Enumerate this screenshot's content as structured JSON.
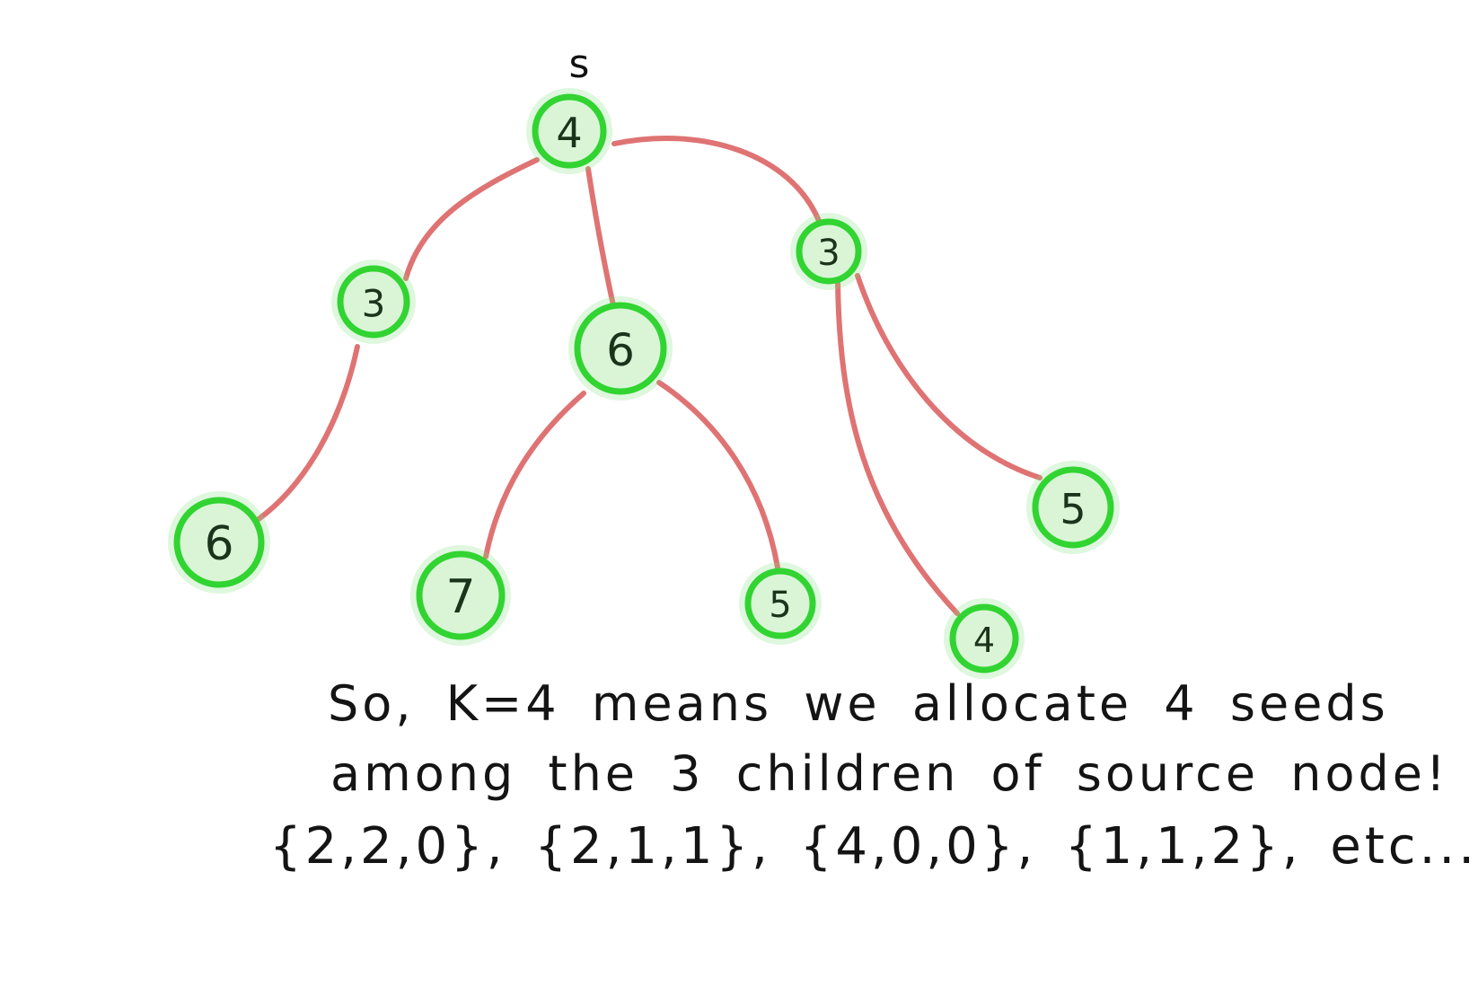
{
  "diagram": {
    "source_label": "s",
    "colors": {
      "edge": "#dd6c6c",
      "node_ring": "#31d431",
      "node_fill": "#d9f5d6",
      "text": "#141414"
    },
    "nodes": [
      {
        "id": "root",
        "value": "4",
        "is_source": true
      },
      {
        "id": "left",
        "value": "3"
      },
      {
        "id": "middle",
        "value": "6"
      },
      {
        "id": "right",
        "value": "3"
      },
      {
        "id": "left-child",
        "value": "6"
      },
      {
        "id": "middle-child-a",
        "value": "7"
      },
      {
        "id": "middle-child-b",
        "value": "5"
      },
      {
        "id": "right-child-a",
        "value": "4"
      },
      {
        "id": "right-child-b",
        "value": "5"
      }
    ],
    "edges": [
      {
        "from": "root",
        "to": "left"
      },
      {
        "from": "root",
        "to": "middle"
      },
      {
        "from": "root",
        "to": "right"
      },
      {
        "from": "left",
        "to": "left-child"
      },
      {
        "from": "middle",
        "to": "middle-child-a"
      },
      {
        "from": "middle",
        "to": "middle-child-b"
      },
      {
        "from": "right",
        "to": "right-child-a"
      },
      {
        "from": "right",
        "to": "right-child-b"
      }
    ]
  },
  "note": {
    "line1": "So, K=4 means we allocate 4 seeds",
    "line2": "among the 3 children of source node!",
    "line3": "{2,2,0}, {2,1,1}, {4,0,0}, {1,1,2}, etc..."
  }
}
